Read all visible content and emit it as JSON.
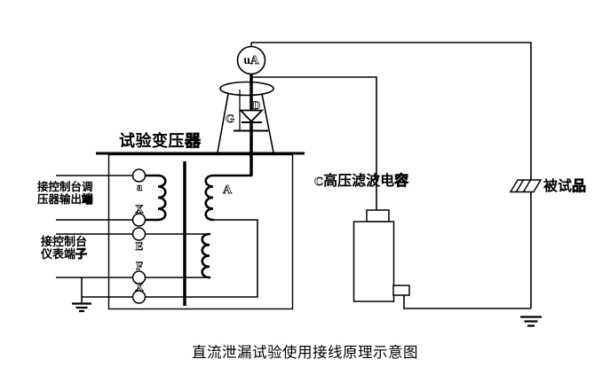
{
  "diagram_caption": "直流泄漏试验使用接线原理示意图",
  "meter": {
    "u": "u",
    "a": "A"
  },
  "rectifier": {
    "d_label": "D",
    "g_label": "G"
  },
  "transformer": {
    "title_solid": "试验变压",
    "title_hollow": "器",
    "hv_winding_label": "A",
    "terminals": [
      "a",
      "X",
      "E",
      "F",
      "X"
    ]
  },
  "left_panel": {
    "regulator_line1": "接控制台调",
    "regulator_line2_solid": "压器输出",
    "regulator_line2_hollow": "端",
    "instrument_line1": "接控制台",
    "instrument_line2_solid": "仪表端",
    "instrument_line2_hollow": "子"
  },
  "capacitor": {
    "prefix_hollow": "C",
    "label_solid": "高压滤波电",
    "label_hollow": "容"
  },
  "test_object": {
    "label_solid": "被试",
    "label_hollow": "品"
  },
  "colors": {
    "line": "#000000",
    "background": "#ffffff"
  }
}
